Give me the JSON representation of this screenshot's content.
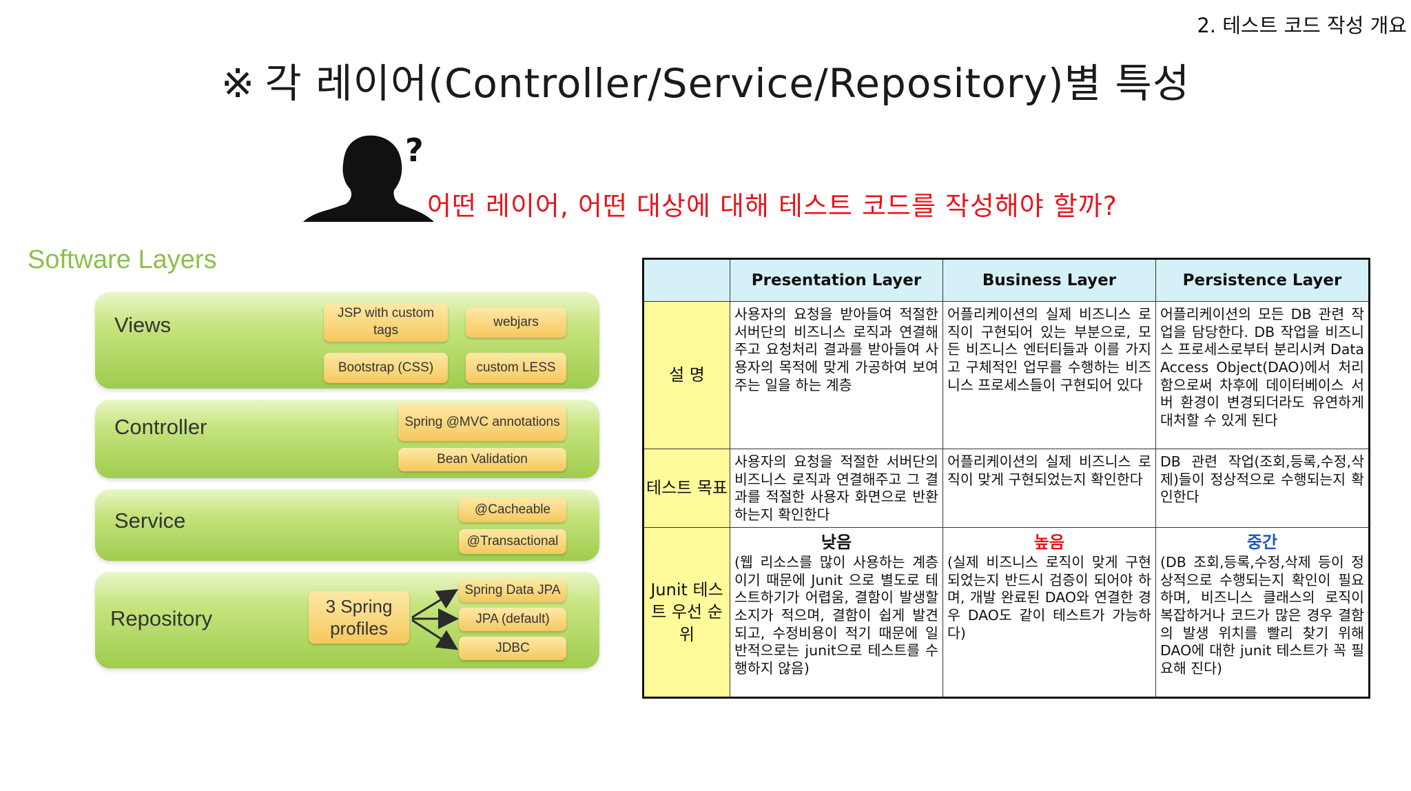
{
  "header": {
    "section": "2. 테스트 코드 작성 개요",
    "title_mark": "※",
    "title": "각 레이어(Controller/Service/Repository)별 특성"
  },
  "question": "어떤 레이어, 어떤 대상에 대해 테스트 코드를 작성해야 할까?",
  "software_layers": {
    "title": "Software Layers",
    "layers": [
      {
        "name": "Views",
        "items": [
          "JSP with custom tags",
          "webjars",
          "Bootstrap (CSS)",
          "custom LESS"
        ]
      },
      {
        "name": "Controller",
        "items": [
          "Spring @MVC annotations",
          "Bean Validation"
        ]
      },
      {
        "name": "Service",
        "items": [
          "@Cacheable",
          "@Transactional"
        ]
      },
      {
        "name": "Repository",
        "items": [
          "3 Spring profiles",
          "Spring Data JPA",
          "JPA (default)",
          "JDBC"
        ]
      }
    ]
  },
  "table": {
    "columns": [
      "Presentation Layer",
      "Business Layer",
      "Persistence Layer"
    ],
    "rows": [
      {
        "label": "설 명",
        "cells": [
          "사용자의 요청을 받아들여 적절한 서버단의 비즈니스 로직과 연결해주고 요청처리 결과를 받아들여 사용자의 목적에 맞게 가공하여 보여주는 일을 하는 계층",
          "어플리케이션의 실제 비즈니스 로직이 구현되어 있는 부분으로, 모든 비즈니스 엔터티들과 이를 가지고 구체적인 업무를 수행하는 비즈니스 프로세스들이 구현되어 있다",
          "어플리케이션의 모든 DB 관련 작업을 담당한다. DB 작업을 비즈니스 프로세스로부터 분리시켜 Data Access Object(DAO)에서 처리함으로써 차후에 데이터베이스 서버 환경이 변경되더라도 유연하게 대처할 수 있게 된다"
        ]
      },
      {
        "label": "테스트 목표",
        "cells": [
          "사용자의 요청을 적절한 서버단의 비즈니스 로직과 연결해주고 그 결과를 적절한 사용자 화면으로 반환하는지 확인한다",
          "어플리케이션의 실제 비즈니스 로직이 맞게 구현되었는지 확인한다",
          "DB 관련 작업(조회,등록,수정,삭제)들이 정상적으로 수행되는지 확인한다"
        ]
      },
      {
        "label": "Junit 테스트 우선 순위",
        "priorities": [
          "낮음",
          "높음",
          "중간"
        ],
        "cells": [
          "(웹 리소스를 많이 사용하는 계층이기 때문에 Junit 으로 별도로 테스트하기가 어렵움, 결함이 발생할 소지가 적으며, 결함이 쉽게 발견되고, 수정비용이 적기 때문에 일반적으로는 junit으로 테스트를 수행하지 않음)",
          "(실제 비즈니스 로직이 맞게 구현되었는지 반드시 검증이 되어야 하며, 개발 완료된 DAO와 연결한 경우 DAO도 같이 테스트가 가능하다)",
          "(DB 조회,등록,수정,삭제 등이 정상적으로 수행되는지 확인이 필요하며, 비즈니스 클래스의 로직이 복잡하거나 코드가 많은 경우 결함의 발생 위치를 빨리 찾기 위해 DAO에 대한 junit 테스트가 꼭 필요해 진다)"
        ]
      }
    ]
  },
  "colors": {
    "question": "#e8141b",
    "priority_high": "#e8141b",
    "priority_mid": "#1d57c9",
    "header_bg": "#d5f1f7",
    "rowhead_bg": "#fffb9b",
    "layers_title": "#8cc04a"
  },
  "icons": {
    "person": "thinking-person-silhouette-icon"
  }
}
